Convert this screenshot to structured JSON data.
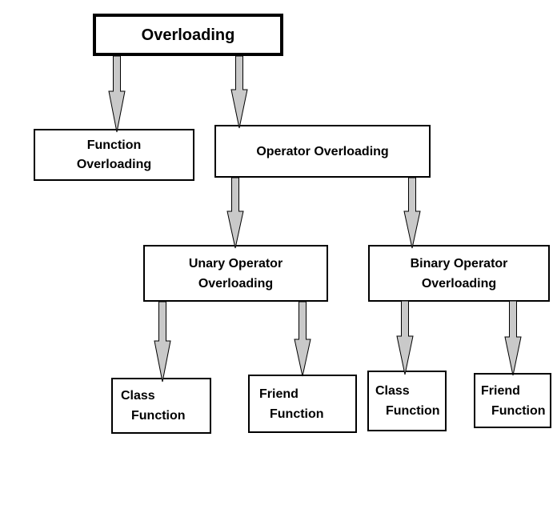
{
  "diagram": {
    "title": "Overloading",
    "type": "flowchart-hierarchy",
    "nodes": {
      "overloading": {
        "line1": "Overloading"
      },
      "function_overloading": {
        "line1": "Function",
        "line2": "Overloading"
      },
      "operator_overloading": {
        "line1": "Operator Overloading"
      },
      "unary_operator_overloading": {
        "line1": "Unary Operator",
        "line2": "Overloading"
      },
      "binary_operator_overloading": {
        "line1": "Binary Operator",
        "line2": "Overloading"
      },
      "unary_class_function": {
        "line1": "Class",
        "line2": "Function"
      },
      "unary_friend_function": {
        "line1": "Friend",
        "line2": "Function"
      },
      "binary_class_function": {
        "line1": "Class",
        "line2": "Function"
      },
      "binary_friend_function": {
        "line1": "Friend",
        "line2": "Function"
      }
    },
    "edges": [
      {
        "from": "overloading",
        "to": "function_overloading"
      },
      {
        "from": "overloading",
        "to": "operator_overloading"
      },
      {
        "from": "operator_overloading",
        "to": "unary_operator_overloading"
      },
      {
        "from": "operator_overloading",
        "to": "binary_operator_overloading"
      },
      {
        "from": "unary_operator_overloading",
        "to": "unary_class_function"
      },
      {
        "from": "unary_operator_overloading",
        "to": "unary_friend_function"
      },
      {
        "from": "binary_operator_overloading",
        "to": "binary_class_function"
      },
      {
        "from": "binary_operator_overloading",
        "to": "binary_friend_function"
      }
    ],
    "colors": {
      "background": "#ffffff",
      "box_fill": "#ffffff",
      "box_border": "#000000",
      "text": "#000000",
      "arrow_fill": "#c9c9c9",
      "arrow_stroke": "#000000"
    }
  }
}
